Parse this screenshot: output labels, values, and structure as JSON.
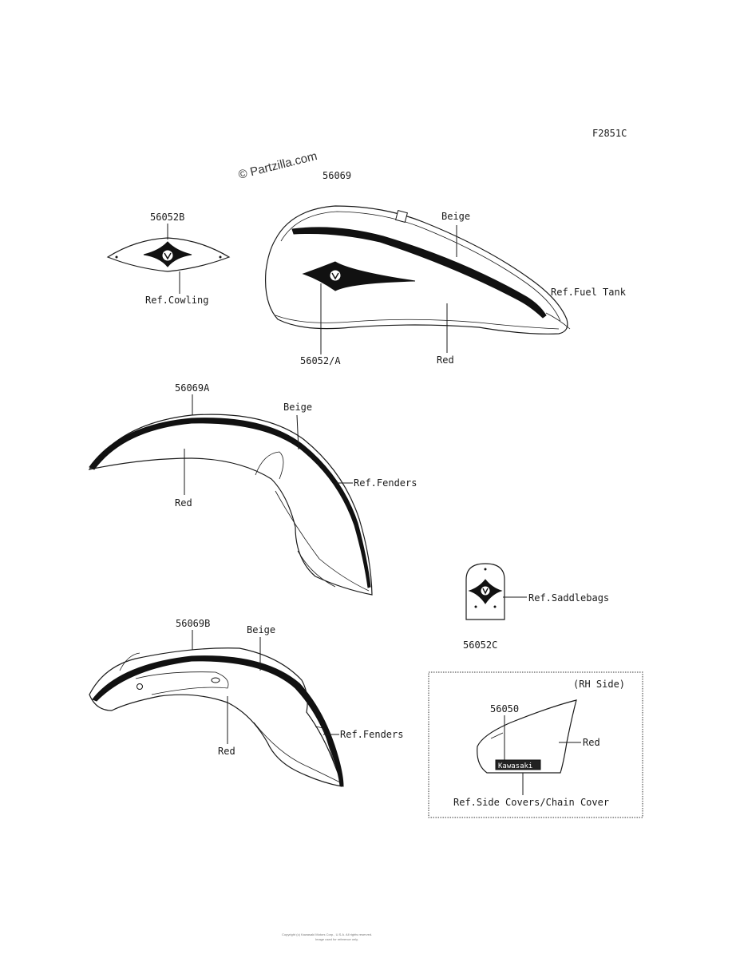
{
  "figure_code": "F2851C",
  "watermark": "© Partzilla.com",
  "labels": {
    "p56069": "56069",
    "p56052b": "56052B",
    "ref_cowling": "Ref.Cowling",
    "beige_tank": "Beige",
    "ref_fuel_tank": "Ref.Fuel Tank",
    "p56052a": "56052/A",
    "red_tank": "Red",
    "p56069a": "56069A",
    "beige_front": "Beige",
    "ref_fenders_front": "Ref.Fenders",
    "red_front": "Red",
    "ref_saddlebags": "Ref.Saddlebags",
    "p56052c": "56052C",
    "p56069b": "56069B",
    "beige_rear": "Beige",
    "ref_fenders_rear": "Ref.Fenders",
    "red_rear": "Red",
    "rh_side": "(RH Side)",
    "p56050": "56050",
    "red_cover": "Red",
    "ref_side_covers": "Ref.Side Covers/Chain Cover",
    "emblem_text": "Kawasaki"
  },
  "footer": {
    "line1": "Copyright (c) Kawasaki Motors Corp., U.S.A. All rights reserved.",
    "line2": "Image used for reference only."
  }
}
